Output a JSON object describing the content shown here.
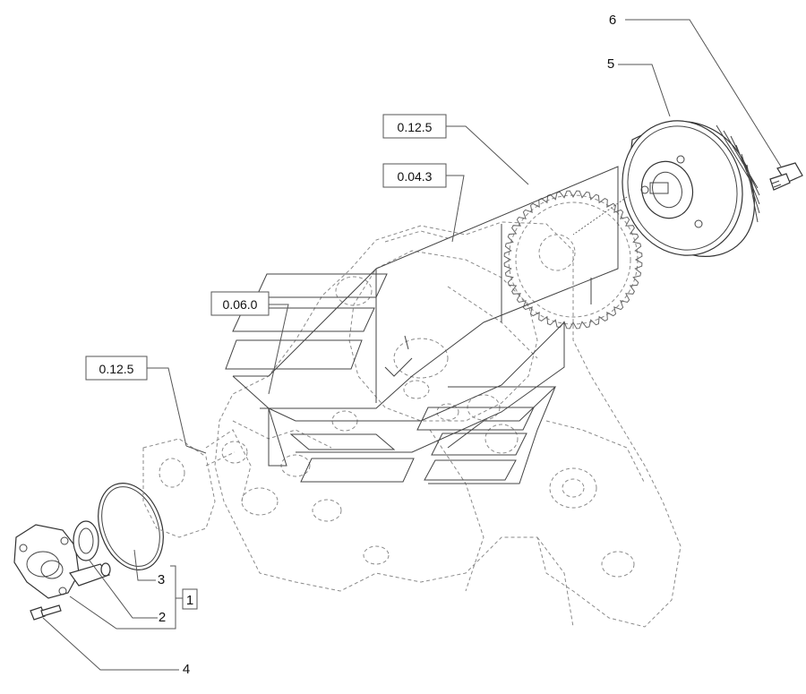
{
  "callouts": {
    "ref_top": "0.12.5",
    "ref_mid": "0.04.3",
    "ref_center": "0.06.0",
    "ref_left": "0.12.5",
    "item1": "1",
    "item2": "2",
    "item3": "3",
    "item4": "4",
    "item5": "5",
    "item6": "6"
  }
}
